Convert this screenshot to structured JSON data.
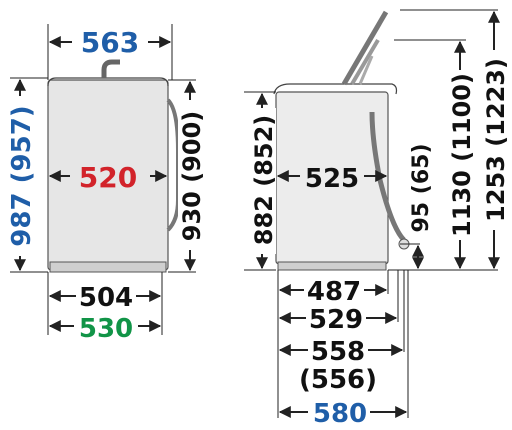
{
  "colors": {
    "blue": "#1f5ea8",
    "red": "#d2232a",
    "green": "#119447",
    "black": "#111111"
  },
  "front_view": {
    "top_width": "563",
    "inner_width": "520",
    "base_width": "504",
    "bottom_width": "530",
    "total_height": "987 (957)",
    "body_height": "930 (900)"
  },
  "side_view": {
    "body_height": "882 (852)",
    "depth": "525",
    "hose_height": "95 (65)",
    "lid_open_height": "1130 (1100)",
    "lid_open_total": "1253 (1223)",
    "depth_487": "487",
    "depth_529": "529",
    "depth_558": "558",
    "depth_556": "(556)",
    "depth_580": "580"
  }
}
